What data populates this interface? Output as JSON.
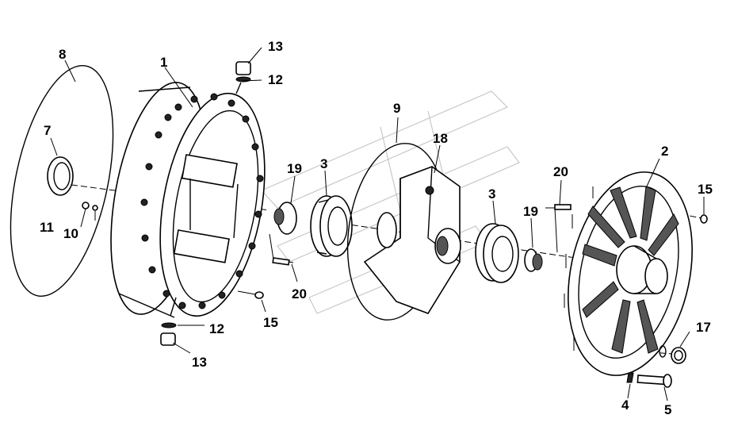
{
  "labels": {
    "l1": "1",
    "l2": "2",
    "l3a": "3",
    "l3b": "3",
    "l4": "4",
    "l5": "5",
    "l7": "7",
    "l8": "8",
    "l9": "9",
    "l10": "10",
    "l11": "11",
    "l12a": "12",
    "l12b": "12",
    "l13a": "13",
    "l13b": "13",
    "l15a": "15",
    "l15b": "15",
    "l17": "17",
    "l18": "18",
    "l19a": "19",
    "l19b": "19",
    "l20a": "20",
    "l20b": "20"
  },
  "colors": {
    "line": "#000000",
    "background": "#ffffff",
    "watermark": "#c8c8c8"
  }
}
